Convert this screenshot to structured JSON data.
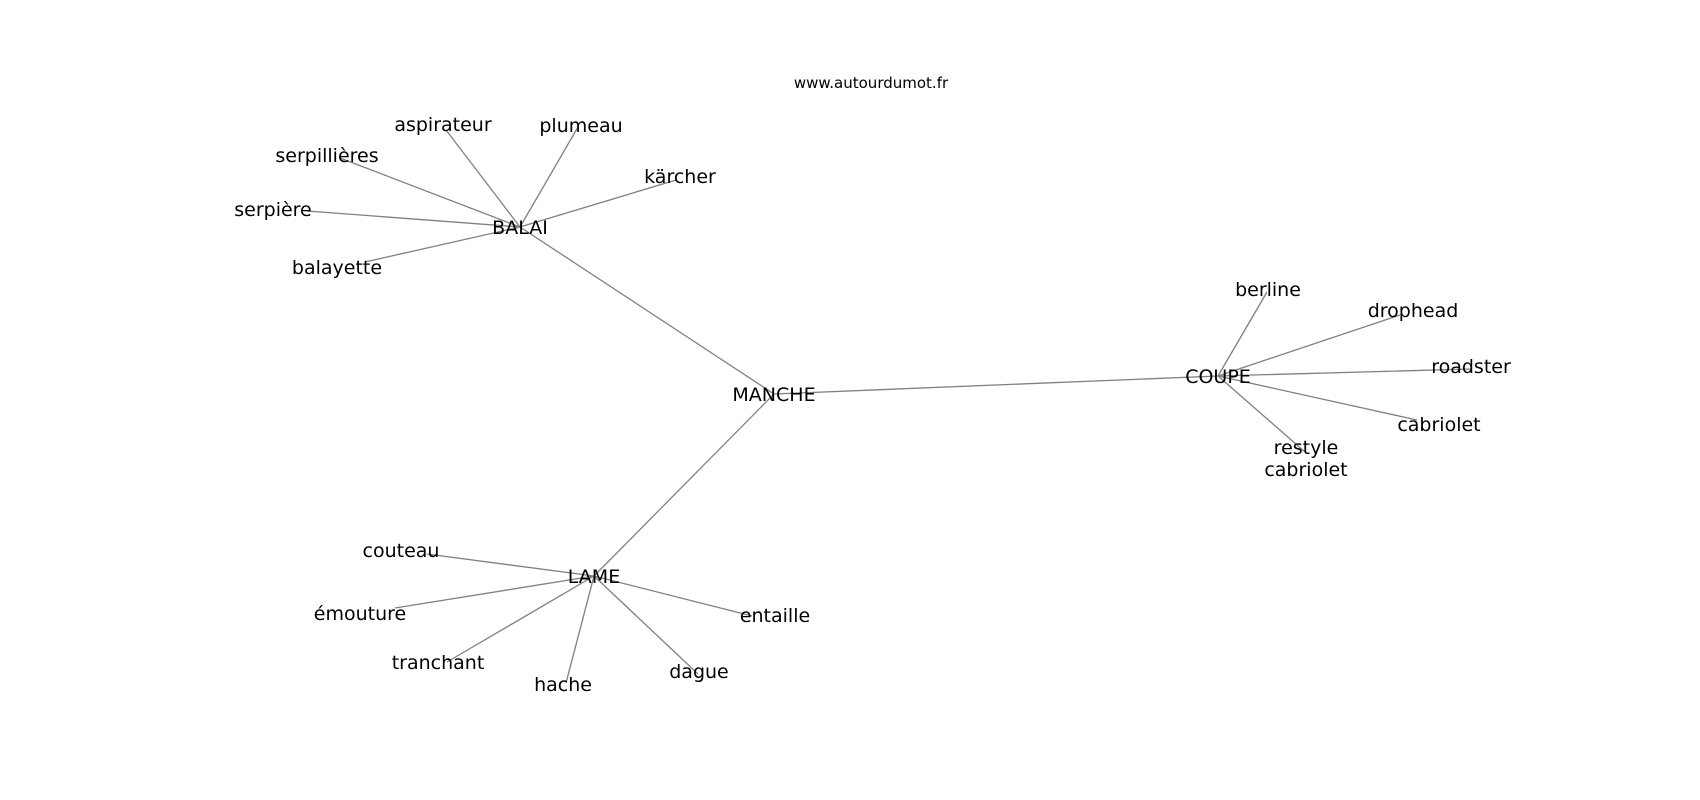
{
  "title": "www.autourdumot.fr",
  "colors": {
    "edge": "#808080",
    "text": "#000000"
  },
  "nodes": [
    {
      "id": "MANCHE",
      "label": "MANCHE"
    },
    {
      "id": "BALAI",
      "label": "BALAI"
    },
    {
      "id": "COUPE",
      "label": "COUPE"
    },
    {
      "id": "LAME",
      "label": "LAME"
    },
    {
      "id": "aspirateur",
      "label": "aspirateur"
    },
    {
      "id": "plumeau",
      "label": "plumeau"
    },
    {
      "id": "karcher",
      "label": "kärcher"
    },
    {
      "id": "serpillieres",
      "label": "serpillières"
    },
    {
      "id": "serpiere",
      "label": "serpière"
    },
    {
      "id": "balayette",
      "label": "balayette"
    },
    {
      "id": "berline",
      "label": "berline"
    },
    {
      "id": "drophead",
      "label": "drophead"
    },
    {
      "id": "roadster",
      "label": "roadster"
    },
    {
      "id": "cabriolet",
      "label": "cabriolet"
    },
    {
      "id": "restyle",
      "label": [
        "restyle",
        "cabriolet"
      ]
    },
    {
      "id": "couteau",
      "label": "couteau"
    },
    {
      "id": "emouture",
      "label": "émouture"
    },
    {
      "id": "tranchant",
      "label": "tranchant"
    },
    {
      "id": "hache",
      "label": "hache"
    },
    {
      "id": "dague",
      "label": "dague"
    },
    {
      "id": "entaille",
      "label": "entaille"
    }
  ],
  "edges": [
    [
      "MANCHE",
      "BALAI"
    ],
    [
      "MANCHE",
      "COUPE"
    ],
    [
      "MANCHE",
      "LAME"
    ],
    [
      "BALAI",
      "aspirateur"
    ],
    [
      "BALAI",
      "plumeau"
    ],
    [
      "BALAI",
      "karcher"
    ],
    [
      "BALAI",
      "serpillieres"
    ],
    [
      "BALAI",
      "serpiere"
    ],
    [
      "BALAI",
      "balayette"
    ],
    [
      "COUPE",
      "berline"
    ],
    [
      "COUPE",
      "drophead"
    ],
    [
      "COUPE",
      "roadster"
    ],
    [
      "COUPE",
      "cabriolet"
    ],
    [
      "COUPE",
      "restyle"
    ],
    [
      "LAME",
      "couteau"
    ],
    [
      "LAME",
      "emouture"
    ],
    [
      "LAME",
      "tranchant"
    ],
    [
      "LAME",
      "hache"
    ],
    [
      "LAME",
      "dague"
    ],
    [
      "LAME",
      "entaille"
    ]
  ]
}
